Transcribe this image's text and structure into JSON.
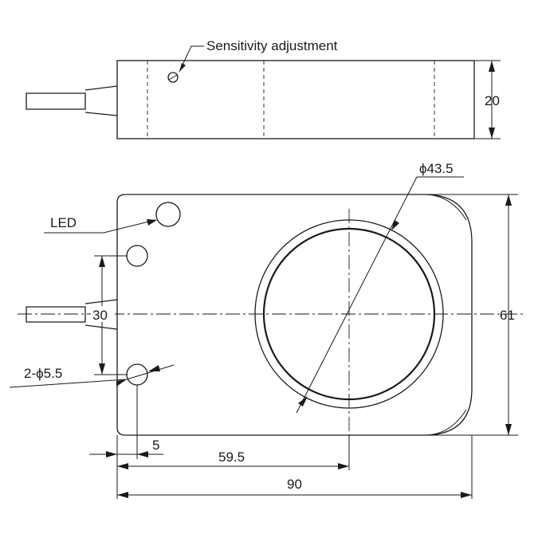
{
  "labels": {
    "sensitivity": "Sensitivity adjustment",
    "led": "LED",
    "holes": "2-ϕ5.5",
    "ring_diameter": "ϕ43.5"
  },
  "dimensions": {
    "height": "20",
    "width": "90",
    "depth": "61",
    "hole_spacing": "30",
    "hole_offset": "5",
    "center_offset": "59.5"
  }
}
